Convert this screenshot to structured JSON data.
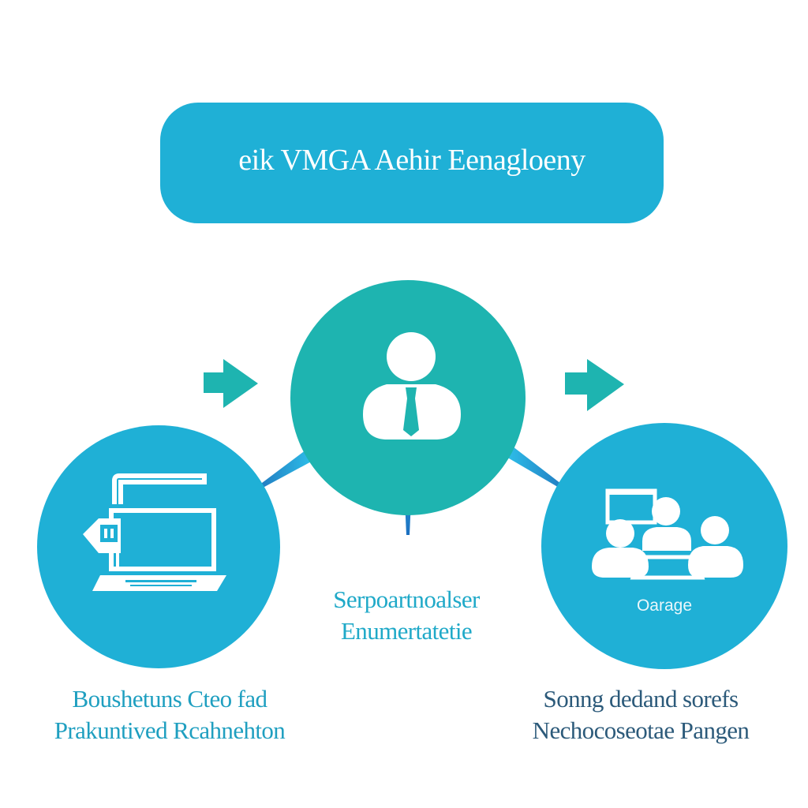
{
  "banner": {
    "title": "eik VMGA Aehir Eenagloeny"
  },
  "nodes": {
    "center": {
      "icon": "person-icon"
    },
    "left": {
      "icon": "laptop-icon"
    },
    "right": {
      "icon": "team-meeting-icon",
      "label": "Oarage"
    }
  },
  "captions": {
    "center": {
      "line1": "Serpoartnoalser",
      "line2": "Enumertatetie"
    },
    "left": {
      "line1": "Boushetuns Cteo fad",
      "line2": "Prakuntived Rcahnehton"
    },
    "right": {
      "line1": "Sonng dedand sorefs",
      "line2": "Nechocoseotae Pangen"
    }
  },
  "colors": {
    "banner": "#1fb0d6",
    "center_node": "#1eb4b0",
    "side_nodes": "#1fb0d6",
    "arrows": "#1eb4b0",
    "connector": "#2b7fc4",
    "caption_teal": "#1fa9c8",
    "caption_dark": "#2c5a7a"
  }
}
